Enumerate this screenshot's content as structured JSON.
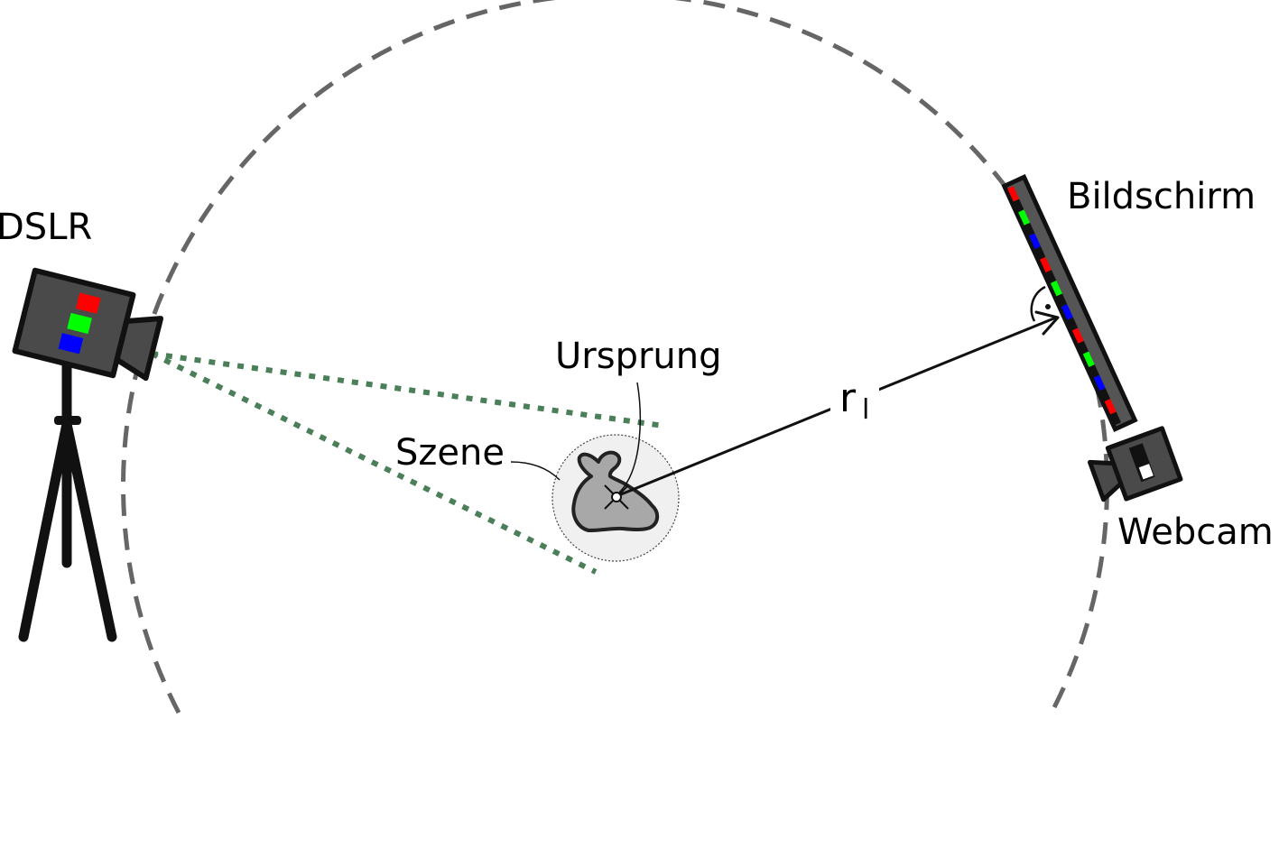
{
  "labels": {
    "dslr": "DSLR",
    "screen": "Bildschirm",
    "webcam": "Webcam",
    "origin": "Ursprung",
    "scene": "Szene",
    "radius_symbol": "r",
    "radius_subscript": "l"
  },
  "colors": {
    "sphere_dash": "#666666",
    "frustum": "#4a7f5a",
    "camera_body": "#4a4a4a",
    "outline": "#111111",
    "bunny": "#a8a8a8",
    "scene_circle": "#f0f0f0",
    "red": "#ff0000",
    "green": "#00ff00",
    "blue": "#0000ff"
  },
  "screen_stripes": [
    "red",
    "green",
    "blue",
    "red",
    "green",
    "blue",
    "red",
    "green",
    "blue",
    "red"
  ]
}
